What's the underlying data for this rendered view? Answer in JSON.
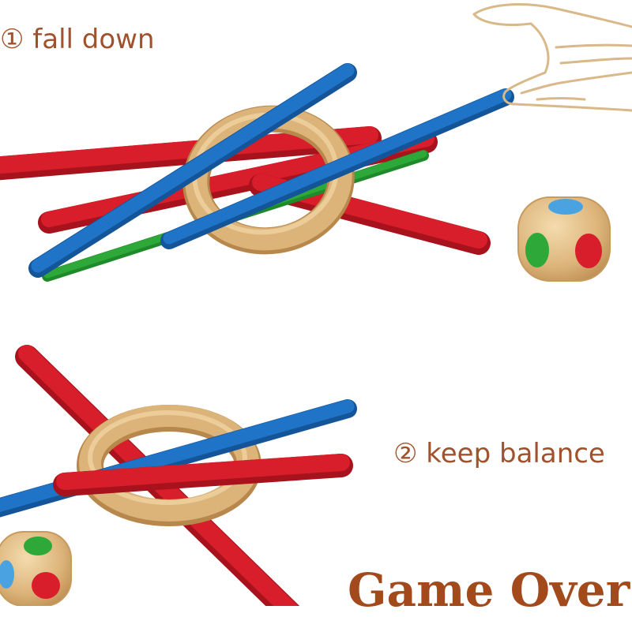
{
  "steps": {
    "step1": "① fall down",
    "step2": "② keep balance",
    "result": "Game Over"
  },
  "colors": {
    "caption": "#a0522d",
    "red_stick": "#d81e2a",
    "blue_stick": "#1f74c8",
    "green_stick": "#2ea838",
    "wood": "#d8b077",
    "hand_outline": "#d9b98a"
  },
  "icons": [
    "hand-icon",
    "pickup-stick",
    "wooden-ring",
    "color-die"
  ]
}
